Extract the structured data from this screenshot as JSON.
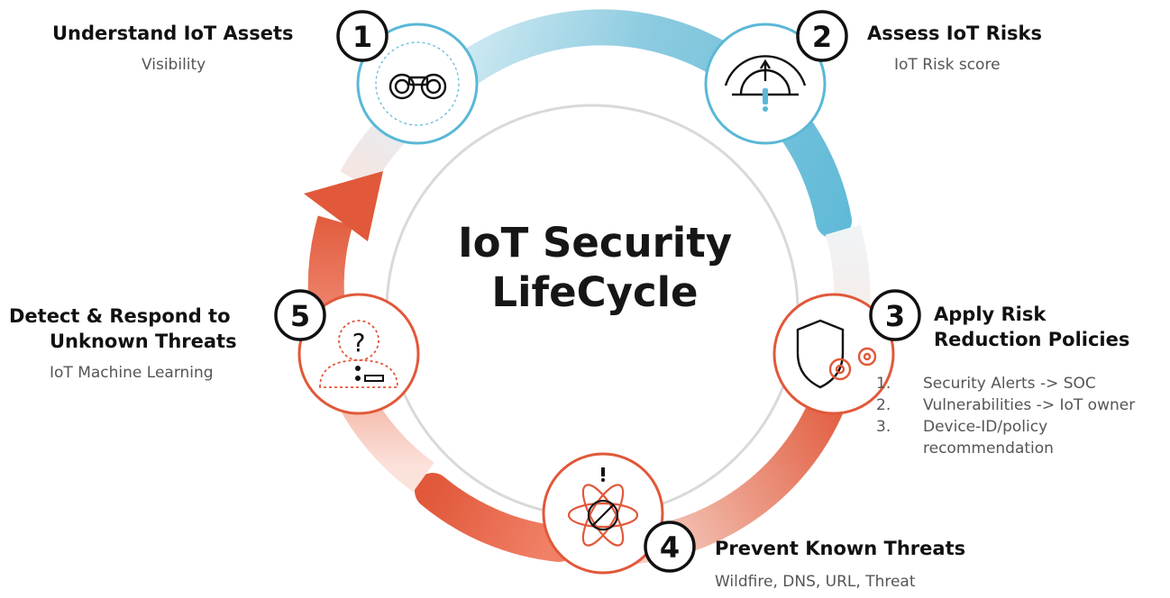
{
  "center": {
    "line1": "IoT Security",
    "line2": "LifeCycle"
  },
  "steps": [
    {
      "number": "1",
      "title": "Understand IoT Assets",
      "subtitle": "Visibility",
      "icon": "binoculars-icon"
    },
    {
      "number": "2",
      "title": "Assess IoT Risks",
      "subtitle": "IoT Risk score",
      "icon": "risk-gauge-icon"
    },
    {
      "number": "3",
      "title_line1": "Apply Risk",
      "title_line2": "Reduction Policies",
      "icon": "shield-gears-icon",
      "items": [
        {
          "num": "1.",
          "text": "Security Alerts -> SOC"
        },
        {
          "num": "2.",
          "text": "Vulnerabilities -> IoT owner"
        },
        {
          "num": "3.",
          "text": "Device-ID/policy recommendation"
        }
      ]
    },
    {
      "number": "4",
      "title": "Prevent Known Threats",
      "subtitle": "Wildfire,  DNS, URL, Threat",
      "icon": "atom-threat-icon"
    },
    {
      "number": "5",
      "title_line1": "Detect & Respond to",
      "title_line2": "Unknown Threats",
      "subtitle": "IoT Machine Learning",
      "icon": "unknown-user-icon"
    }
  ],
  "colors": {
    "blue": "#5ab8d6",
    "blue_light": "#a9dae9",
    "orange": "#e1583a",
    "orange_light": "#f3b4a2",
    "text": "#111111",
    "subtext": "#555555"
  }
}
